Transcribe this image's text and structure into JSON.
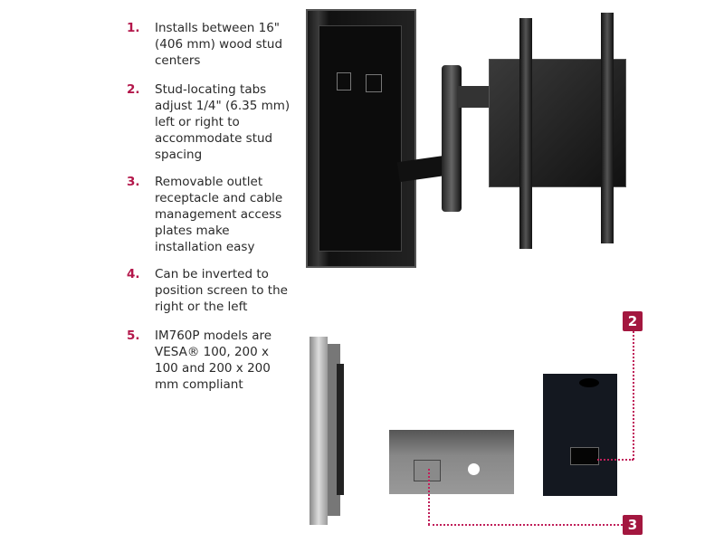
{
  "features": [
    {
      "number": "1.",
      "text": "Installs between 16\" (406 mm) wood stud centers"
    },
    {
      "number": "2.",
      "text": "Stud-locating tabs adjust 1/4\" (6.35 mm) left or right to accommodate stud spacing"
    },
    {
      "number": "3.",
      "text": "Removable outlet receptacle and cable management access plates make installation easy"
    },
    {
      "number": "4.",
      "text": "Can be inverted to position screen to the right or the left"
    },
    {
      "number": "5.",
      "text": "IM760P models are VESA® 100, 200 x 100 and 200 x 200 mm compliant"
    }
  ],
  "callouts": {
    "badge_2": "2",
    "badge_3": "3"
  },
  "colors": {
    "accent": "#a3173f",
    "text": "#2a2a2a"
  }
}
